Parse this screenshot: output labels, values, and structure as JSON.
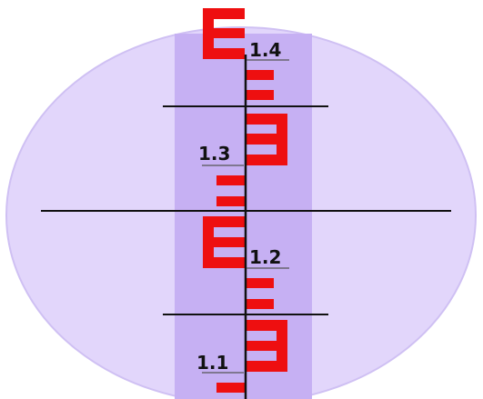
{
  "colors": {
    "background": "#ffffff",
    "lens_field": "#e2d6fb",
    "lens_edge": "#cfc0f3",
    "staff_band": "#c6b0f3",
    "staff_marking": "#ee0f10",
    "reticle": "#111111",
    "label_text": "#111111"
  },
  "staff": {
    "readings": [
      {
        "id": "reading-1-4",
        "text": "1.4",
        "value": 1.4
      },
      {
        "id": "reading-1-3",
        "text": "1.3",
        "value": 1.3
      },
      {
        "id": "reading-1-2",
        "text": "1.2",
        "value": 1.2
      },
      {
        "id": "reading-1-1",
        "text": "1.1",
        "value": 1.1
      }
    ]
  },
  "icons": {
    "lens": "telescope-field-of-view",
    "staff": "levelling-staff",
    "reticle": "crosshair-stadia-lines"
  }
}
